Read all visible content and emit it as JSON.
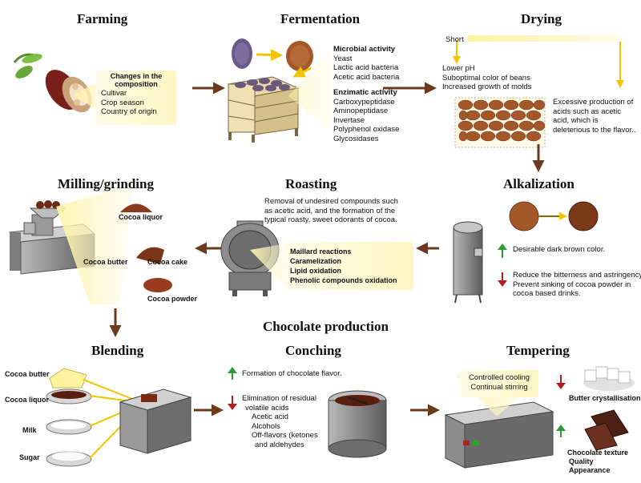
{
  "stages": {
    "farming": "Farming",
    "fermentation": "Fermentation",
    "drying": "Drying",
    "milling": "Milling/grinding",
    "roasting": "Roasting",
    "alkalization": "Alkalization",
    "chocolate_production": "Chocolate production",
    "blending": "Blending",
    "conching": "Conching",
    "tempering": "Tempering"
  },
  "farming": {
    "box_title_1": "Changes in the",
    "box_title_2": "composition",
    "items": [
      "Cultivar",
      "Crop season",
      "Country of origin"
    ]
  },
  "fermentation": {
    "microbial_title": "Microbial activity",
    "microbial_items": [
      "Yeast",
      "Lactic acid bacteria",
      "Acetic acid bacteria"
    ],
    "enzymatic_title": "Enzimatic activity",
    "enzymatic_items": [
      "Carboxypeptidase",
      "Aminopeptidase",
      "Invertase",
      "Polyphenol oxidase",
      "Glycosidases"
    ]
  },
  "drying": {
    "short_label": "Short",
    "effects": [
      "Lower pH",
      "Suboptimal color of beans",
      "Increased growth of molds"
    ],
    "long_effect": [
      "Excessive production of",
      "acids such as acetic",
      "acid, which is",
      "deleterious to the flavor.."
    ]
  },
  "milling": {
    "cocoa_liquor": "Cocoa liquor",
    "cocoa_butter": "Cocoa butter",
    "cocoa_cake": "Cocoa cake",
    "cocoa_powder": "Cocoa powder"
  },
  "roasting": {
    "description": [
      "Removal of undesired compounds such",
      "as acetic acid, and the formation of the",
      "typical roasty, sweet odorants of cocoa."
    ],
    "reactions": [
      "Maillard reactions",
      "Caramelization",
      "Lipid oxidation",
      "Phenolic compounds oxidation"
    ]
  },
  "alkalization": {
    "increase": "Desirable dark brown color.",
    "decrease": [
      "Reduce the bitterness and astringency",
      "Prevent sinking of cocoa  powder in",
      "cocoa based drinks."
    ]
  },
  "blending": {
    "ingredients": [
      "Cocoa butter",
      "Cocoa liquor",
      "Milk",
      "Sugar"
    ]
  },
  "conching": {
    "increase": "Formation of chocolate flavor.",
    "decrease_title_1": "Elimination of residual",
    "decrease_title_2": "volatile acids",
    "decrease_items": [
      "Acetic acid",
      "Alcohols",
      "Off-flavors (ketones",
      "and aldehydes"
    ]
  },
  "tempering": {
    "process": [
      "Controlled cooling",
      "Continual stirring"
    ],
    "decrease": "Butter crystallisation",
    "increase": [
      "Chocolate texture",
      "Quality",
      "Appearance"
    ]
  },
  "colors": {
    "arrow_brown": "#6b3a1f",
    "bean_brown": "#a4582a",
    "up_green": "#2e9a3a",
    "down_red": "#b01e1e",
    "highlight_yellow": "#fff3a6",
    "machine_gray": "#8c8c8c"
  }
}
